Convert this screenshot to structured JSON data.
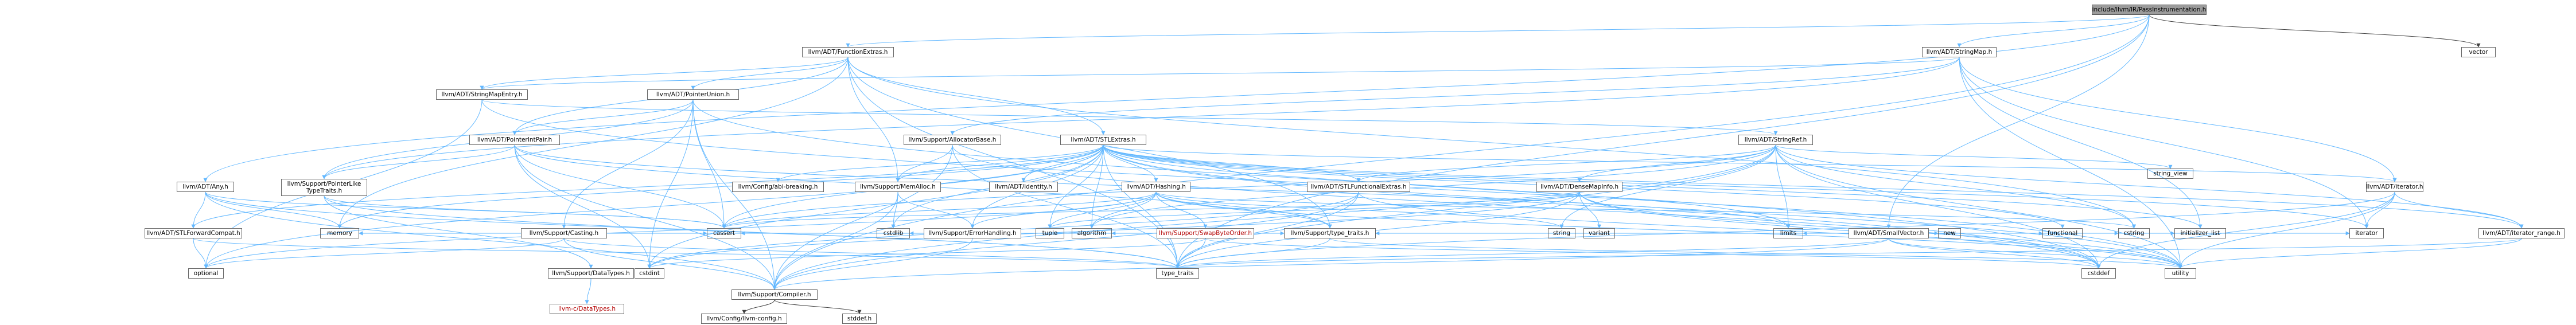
{
  "graph": {
    "title": "include/llvm/IR/PassInstrumentation.h",
    "colors": {
      "edge": "#63b8ff",
      "edge_dark": "#404040",
      "root_fill": "#9b9b9b",
      "file_fill": "#ffffff",
      "system_fill": "#e0e0e0",
      "red_text": "#b30000"
    },
    "nodes": [
      {
        "id": "root",
        "label": "include/llvm/IR/PassInstrumentation.h",
        "kind": "root"
      },
      {
        "id": "functionextras",
        "label": "llvm/ADT/FunctionExtras.h",
        "kind": "file"
      },
      {
        "id": "stringmap",
        "label": "llvm/ADT/StringMap.h",
        "kind": "file"
      },
      {
        "id": "vector",
        "label": "vector",
        "kind": "system"
      },
      {
        "id": "stringmapentry",
        "label": "llvm/ADT/StringMapEntry.h",
        "kind": "file"
      },
      {
        "id": "pointerunion",
        "label": "llvm/ADT/PointerUnion.h",
        "kind": "file"
      },
      {
        "id": "allocatorbase",
        "label": "llvm/Support/AllocatorBase.h",
        "kind": "file"
      },
      {
        "id": "stlextras",
        "label": "llvm/ADT/STLExtras.h",
        "kind": "file"
      },
      {
        "id": "stringref",
        "label": "llvm/ADT/StringRef.h",
        "kind": "file"
      },
      {
        "id": "pointerintpair",
        "label": "llvm/ADT/PointerIntPair.h",
        "kind": "file"
      },
      {
        "id": "configabi",
        "label": "llvm/Config/abi-breaking.h",
        "kind": "file"
      },
      {
        "id": "memalloc",
        "label": "llvm/Support/MemAlloc.h",
        "kind": "file"
      },
      {
        "id": "identity",
        "label": "llvm/ADT/identity.h",
        "kind": "file"
      },
      {
        "id": "hashing",
        "label": "llvm/ADT/Hashing.h",
        "kind": "file"
      },
      {
        "id": "stlfunctional",
        "label": "llvm/ADT/STLFunctionalExtras.h",
        "kind": "file"
      },
      {
        "id": "densemapinfo",
        "label": "llvm/ADT/DenseMapInfo.h",
        "kind": "file"
      },
      {
        "id": "stringview",
        "label": "string_view",
        "kind": "system"
      },
      {
        "id": "iteratorh",
        "label": "llvm/ADT/iterator.h",
        "kind": "file"
      },
      {
        "id": "anyh",
        "label": "llvm/ADT/Any.h",
        "kind": "file"
      },
      {
        "id": "pointerlike",
        "label": "llvm/Support/PointerLike\nTypeTraits.h",
        "kind": "file"
      },
      {
        "id": "casting",
        "label": "llvm/Support/Casting.h",
        "kind": "file"
      },
      {
        "id": "smallvector",
        "label": "llvm/ADT/SmallVector.h",
        "kind": "file"
      },
      {
        "id": "stlforward",
        "label": "llvm/ADT/STLForwardCompat.h",
        "kind": "file"
      },
      {
        "id": "memory",
        "label": "memory",
        "kind": "system"
      },
      {
        "id": "datatypes",
        "label": "llvm/Support/DataTypes.h",
        "kind": "file"
      },
      {
        "id": "cassert",
        "label": "cassert",
        "kind": "system"
      },
      {
        "id": "cstdlib",
        "label": "cstdlib",
        "kind": "system"
      },
      {
        "id": "errorhandling",
        "label": "llvm/Support/ErrorHandling.h",
        "kind": "file"
      },
      {
        "id": "tuple",
        "label": "tuple",
        "kind": "system"
      },
      {
        "id": "algorithm",
        "label": "algorithm",
        "kind": "system"
      },
      {
        "id": "swapbyteorder",
        "label": "llvm/Support/SwapByteOrder.h",
        "kind": "red"
      },
      {
        "id": "typetraits_llvm",
        "label": "llvm/Support/type_traits.h",
        "kind": "file"
      },
      {
        "id": "string",
        "label": "string",
        "kind": "system"
      },
      {
        "id": "variant",
        "label": "variant",
        "kind": "system"
      },
      {
        "id": "limits",
        "label": "limits",
        "kind": "system"
      },
      {
        "id": "newh",
        "label": "new",
        "kind": "system"
      },
      {
        "id": "functional",
        "label": "functional",
        "kind": "system"
      },
      {
        "id": "cstring",
        "label": "cstring",
        "kind": "system"
      },
      {
        "id": "initlist",
        "label": "initializer_list",
        "kind": "system"
      },
      {
        "id": "iterator",
        "label": "iterator",
        "kind": "system"
      },
      {
        "id": "iteratorrange",
        "label": "llvm/ADT/iterator_range.h",
        "kind": "file"
      },
      {
        "id": "optional",
        "label": "optional",
        "kind": "system"
      },
      {
        "id": "cdatatypes",
        "label": "llvm-c/DataTypes.h",
        "kind": "red"
      },
      {
        "id": "cstdint",
        "label": "cstdint",
        "kind": "system"
      },
      {
        "id": "compiler",
        "label": "llvm/Support/Compiler.h",
        "kind": "file"
      },
      {
        "id": "typetraits",
        "label": "type_traits",
        "kind": "system"
      },
      {
        "id": "cstddef",
        "label": "cstddef",
        "kind": "system"
      },
      {
        "id": "utility",
        "label": "utility",
        "kind": "system"
      },
      {
        "id": "llvmconfig",
        "label": "llvm/Config/llvm-config.h",
        "kind": "system"
      },
      {
        "id": "stddef",
        "label": "stddef.h",
        "kind": "system"
      }
    ],
    "edges": [
      [
        "root",
        "functionextras"
      ],
      [
        "root",
        "stringmap"
      ],
      [
        "root",
        "vector"
      ],
      [
        "root",
        "anyh"
      ],
      [
        "root",
        "smallvector"
      ],
      [
        "root",
        "typetraits"
      ],
      [
        "root",
        "compiler"
      ],
      [
        "functionextras",
        "stringmapentry"
      ],
      [
        "functionextras",
        "pointerunion"
      ],
      [
        "functionextras",
        "stlextras"
      ],
      [
        "functionextras",
        "memalloc"
      ],
      [
        "functionextras",
        "pointerintpair"
      ],
      [
        "functionextras",
        "typetraits_llvm"
      ],
      [
        "functionextras",
        "cstring"
      ],
      [
        "functionextras",
        "memory"
      ],
      [
        "functionextras",
        "typetraits"
      ],
      [
        "stringmap",
        "stringmapentry"
      ],
      [
        "stringmap",
        "allocatorbase"
      ],
      [
        "stringmap",
        "pointerlike"
      ],
      [
        "stringmap",
        "iteratorh"
      ],
      [
        "stringmap",
        "iterator"
      ],
      [
        "stringmap",
        "initlist"
      ],
      [
        "stringmap",
        "utility"
      ],
      [
        "stringmapentry",
        "stringref"
      ],
      [
        "stringmapentry",
        "optional"
      ],
      [
        "stringmapentry",
        "utility"
      ],
      [
        "pointerunion",
        "pointerintpair"
      ],
      [
        "pointerunion",
        "pointerlike"
      ],
      [
        "pointerunion",
        "casting"
      ],
      [
        "pointerunion",
        "compiler"
      ],
      [
        "pointerunion",
        "cassert"
      ],
      [
        "pointerunion",
        "cstddef"
      ],
      [
        "pointerunion",
        "cstdint"
      ],
      [
        "allocatorbase",
        "compiler"
      ],
      [
        "allocatorbase",
        "memalloc"
      ],
      [
        "allocatorbase",
        "typetraits"
      ],
      [
        "allocatorbase",
        "cstddef"
      ],
      [
        "stlextras",
        "configabi"
      ],
      [
        "stlextras",
        "memalloc"
      ],
      [
        "stlextras",
        "identity"
      ],
      [
        "stlextras",
        "hashing"
      ],
      [
        "stlextras",
        "stlforward"
      ],
      [
        "stlextras",
        "stlfunctional"
      ],
      [
        "stlextras",
        "iteratorh"
      ],
      [
        "stlextras",
        "iteratorrange"
      ],
      [
        "stlextras",
        "errorhandling"
      ],
      [
        "stlextras",
        "algorithm"
      ],
      [
        "stlextras",
        "cassert"
      ],
      [
        "stlextras",
        "cstddef"
      ],
      [
        "stlextras",
        "cstdint"
      ],
      [
        "stlextras",
        "cstdlib"
      ],
      [
        "stlextras",
        "functional"
      ],
      [
        "stlextras",
        "initlist"
      ],
      [
        "stlextras",
        "iterator"
      ],
      [
        "stlextras",
        "limits"
      ],
      [
        "stlextras",
        "memory"
      ],
      [
        "stlextras",
        "optional"
      ],
      [
        "stlextras",
        "tuple"
      ],
      [
        "stlextras",
        "typetraits"
      ],
      [
        "stlextras",
        "utility"
      ],
      [
        "stringref",
        "densemapinfo"
      ],
      [
        "stringref",
        "stlfunctional"
      ],
      [
        "stringref",
        "iteratorrange"
      ],
      [
        "stringref",
        "compiler"
      ],
      [
        "stringref",
        "algorithm"
      ],
      [
        "stringref",
        "cassert"
      ],
      [
        "stringref",
        "cstddef"
      ],
      [
        "stringref",
        "cstring"
      ],
      [
        "stringref",
        "limits"
      ],
      [
        "stringref",
        "string"
      ],
      [
        "stringref",
        "stringview"
      ],
      [
        "stringref",
        "typetraits"
      ],
      [
        "stringref",
        "utility"
      ],
      [
        "pointerintpair",
        "compiler"
      ],
      [
        "pointerintpair",
        "pointerlike"
      ],
      [
        "pointerintpair",
        "typetraits_llvm"
      ],
      [
        "pointerintpair",
        "cassert"
      ],
      [
        "pointerintpair",
        "cstdint"
      ],
      [
        "pointerintpair",
        "limits"
      ],
      [
        "memalloc",
        "compiler"
      ],
      [
        "memalloc",
        "errorhandling"
      ],
      [
        "memalloc",
        "cstdlib"
      ],
      [
        "hashing",
        "errorhandling"
      ],
      [
        "hashing",
        "swapbyteorder"
      ],
      [
        "hashing",
        "typetraits_llvm"
      ],
      [
        "hashing",
        "algorithm"
      ],
      [
        "hashing",
        "cassert"
      ],
      [
        "hashing",
        "cstring"
      ],
      [
        "hashing",
        "optional"
      ],
      [
        "hashing",
        "string"
      ],
      [
        "hashing",
        "tuple"
      ],
      [
        "hashing",
        "utility"
      ],
      [
        "stlfunctional",
        "compiler"
      ],
      [
        "stlfunctional",
        "type_traits"
      ],
      [
        "stlfunctional",
        "cstdint"
      ],
      [
        "stlfunctional",
        "typetraits"
      ],
      [
        "stlfunctional",
        "utility"
      ],
      [
        "densemapinfo",
        "cassert"
      ],
      [
        "densemapinfo",
        "cstddef"
      ],
      [
        "densemapinfo",
        "cstdint"
      ],
      [
        "densemapinfo",
        "tuple"
      ],
      [
        "densemapinfo",
        "typetraits"
      ],
      [
        "densemapinfo",
        "utility"
      ],
      [
        "densemapinfo",
        "variant"
      ],
      [
        "iteratorh",
        "iteratorrange"
      ],
      [
        "iteratorh",
        "cstddef"
      ],
      [
        "iteratorh",
        "iterator"
      ],
      [
        "iteratorh",
        "typetraits"
      ],
      [
        "iteratorh",
        "utility"
      ],
      [
        "anyh",
        "stlforward"
      ],
      [
        "anyh",
        "compiler"
      ],
      [
        "anyh",
        "cassert"
      ],
      [
        "anyh",
        "memory"
      ],
      [
        "anyh",
        "typetraits"
      ],
      [
        "pointerlike",
        "datatypes"
      ],
      [
        "pointerlike",
        "cassert"
      ],
      [
        "pointerlike",
        "typetraits"
      ],
      [
        "casting",
        "compiler"
      ],
      [
        "casting",
        "typetraits_llvm"
      ],
      [
        "casting",
        "cassert"
      ],
      [
        "casting",
        "memory"
      ],
      [
        "casting",
        "optional"
      ],
      [
        "casting",
        "typetraits"
      ],
      [
        "smallvector",
        "compiler"
      ],
      [
        "smallvector",
        "typetraits_llvm"
      ],
      [
        "smallvector",
        "algorithm"
      ],
      [
        "smallvector",
        "cassert"
      ],
      [
        "smallvector",
        "cstddef"
      ],
      [
        "smallvector",
        "cstdlib"
      ],
      [
        "smallvector",
        "cstring"
      ],
      [
        "smallvector",
        "functional"
      ],
      [
        "smallvector",
        "initlist"
      ],
      [
        "smallvector",
        "iterator"
      ],
      [
        "smallvector",
        "limits"
      ],
      [
        "smallvector",
        "memory"
      ],
      [
        "smallvector",
        "newh"
      ],
      [
        "smallvector",
        "typetraits"
      ],
      [
        "smallvector",
        "utility"
      ],
      [
        "stlforward",
        "optional"
      ],
      [
        "stlforward",
        "typetraits"
      ],
      [
        "datatypes",
        "cdatatypes"
      ],
      [
        "errorhandling",
        "compiler"
      ],
      [
        "swapbyteorder",
        "cstddef"
      ],
      [
        "swapbyteorder",
        "cstdint"
      ],
      [
        "swapbyteorder",
        "typetraits"
      ],
      [
        "typetraits_llvm",
        "typetraits"
      ],
      [
        "typetraits_llvm",
        "utility"
      ],
      [
        "iteratorrange",
        "typetraits"
      ],
      [
        "iteratorrange",
        "utility"
      ],
      [
        "compiler",
        "llvmconfig"
      ],
      [
        "compiler",
        "stddef"
      ]
    ]
  }
}
